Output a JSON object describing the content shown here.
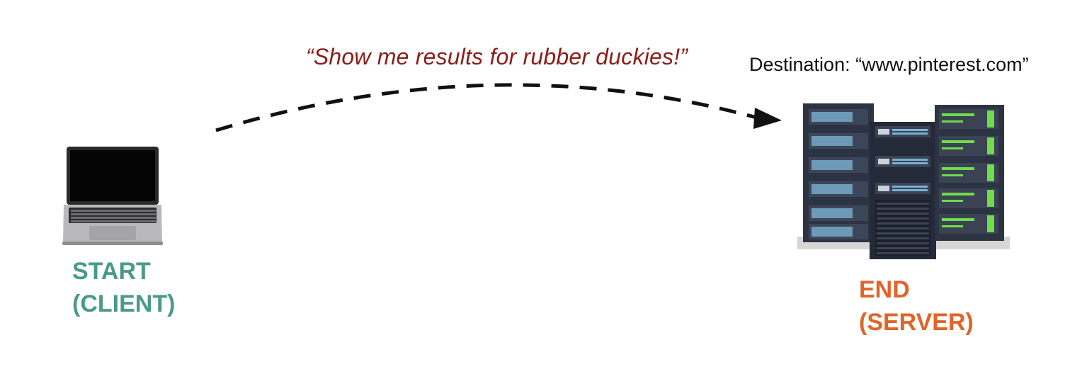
{
  "request": {
    "text": "“Show me results for rubber duckies!”",
    "color": "#8b1d17"
  },
  "destination": {
    "text": "Destination: “www.pinterest.com”"
  },
  "start": {
    "line1": "START",
    "line2": "(CLIENT)",
    "color": "#4b9a87",
    "icon": "laptop-icon"
  },
  "end": {
    "line1": "END",
    "line2": "(SERVER)",
    "color": "#e0652a",
    "icon": "server-rack-icon"
  },
  "arrow": {
    "style": "dashed",
    "color": "#111111",
    "direction": "client-to-server"
  }
}
